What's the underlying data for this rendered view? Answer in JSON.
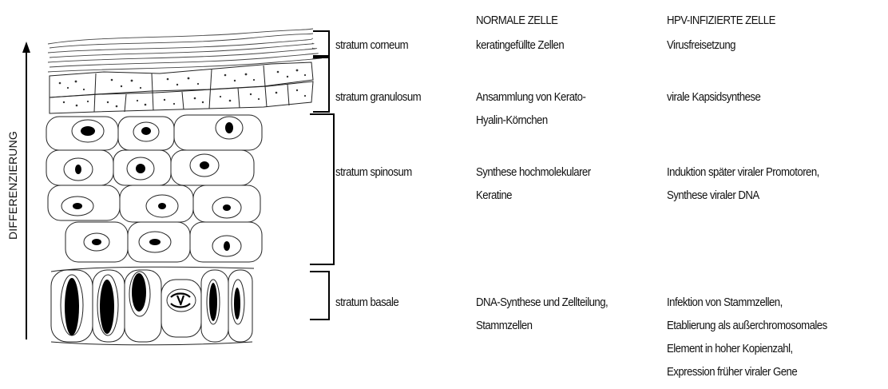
{
  "axis": {
    "label": "DIFFERENZIERUNG"
  },
  "columns": {
    "normal_header": "NORMALE ZELLE",
    "hpv_header": "HPV-INFIZIERTE ZELLE"
  },
  "layers": [
    {
      "name": "stratum corneum",
      "normal": [
        "keratingefüllte Zellen"
      ],
      "hpv": [
        "Virusfreisetzung"
      ]
    },
    {
      "name": "stratum granulosum",
      "normal": [
        "Ansammlung von Kerato-",
        "Hyalin-Körnchen"
      ],
      "hpv": [
        "virale Kapsidsynthese"
      ]
    },
    {
      "name": "stratum spinosum",
      "normal": [
        "Synthese hochmolekularer",
        "Keratine"
      ],
      "hpv": [
        "Induktion später viraler Promotoren,",
        "Synthese viraler DNA"
      ]
    },
    {
      "name": "stratum basale",
      "normal": [
        "DNA-Synthese und Zellteilung,",
        "Stammzellen"
      ],
      "hpv": [
        "Infektion von Stammzellen,",
        "Etablierung als außerchromosomales",
        "Element in hoher Kopienzahl,",
        "Expression früher viraler Gene"
      ]
    }
  ]
}
